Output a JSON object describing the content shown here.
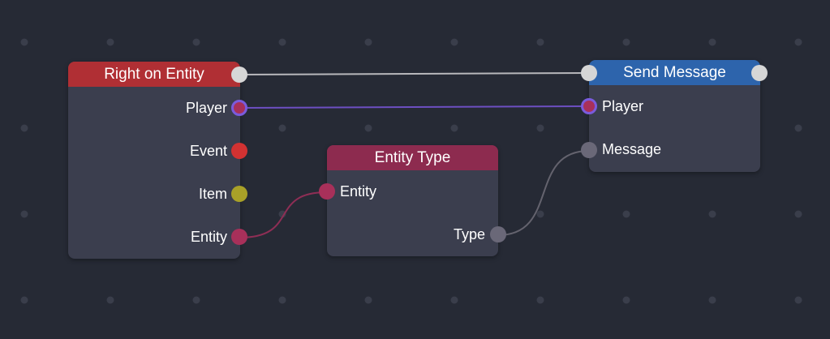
{
  "theme": {
    "background": "#262a35",
    "grid_dot": "#3a3e4b",
    "node_body": "#3b3e4e",
    "exec_wire": "#b8b8bc",
    "player_wire": "#6d4fc2",
    "entity_wire": "#8e2e55",
    "message_wire": "#64636e"
  },
  "nodes": {
    "right_on_entity": {
      "title": "Right on Entity",
      "header_color": "#b02f34",
      "pins": {
        "player": {
          "label": "Player",
          "color": "#a8305a",
          "ring": "#7a5bdc"
        },
        "event": {
          "label": "Event",
          "color": "#d23232"
        },
        "item": {
          "label": "Item",
          "color": "#a9a128"
        },
        "entity": {
          "label": "Entity",
          "color": "#a8305a"
        }
      }
    },
    "entity_type": {
      "title": "Entity Type",
      "header_color": "#8d2b4f",
      "pins": {
        "entity": {
          "label": "Entity",
          "color": "#a8305a"
        },
        "type": {
          "label": "Type",
          "color": "#6a6878"
        }
      }
    },
    "send_message": {
      "title": "Send Message",
      "header_color": "#2d64ac",
      "pins": {
        "player": {
          "label": "Player",
          "color": "#a8305a",
          "ring": "#7a5bdc"
        },
        "message": {
          "label": "Message",
          "color": "#6a6878"
        }
      }
    }
  }
}
